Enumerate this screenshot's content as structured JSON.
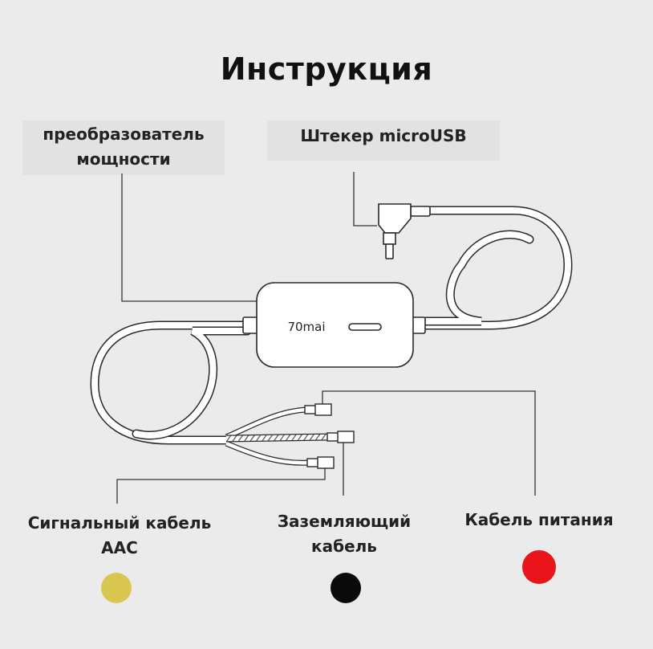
{
  "title": "Инструкция",
  "device": {
    "brand": "70mai"
  },
  "labels": {
    "converter_line1": "преобразователь",
    "converter_line2": "мощности",
    "micro_usb": "Штекер microUSB",
    "signal_line1": "Сигнальный кабель",
    "signal_line2": "AAC",
    "ground_line1": "Заземляющий",
    "ground_line2": "кабель",
    "power": "Кабель питания"
  },
  "colors": {
    "signal": "#d9c650",
    "ground": "#0a0a0a",
    "power": "#e8141a",
    "background": "#ebebeb"
  }
}
